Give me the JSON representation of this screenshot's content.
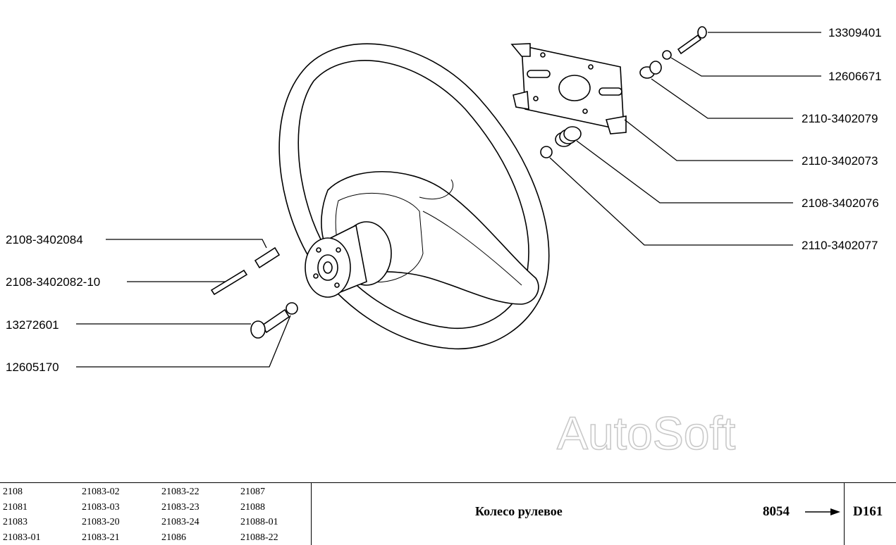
{
  "labels": {
    "p13309401": "13309401",
    "p12606671": "12606671",
    "p2110_3402079": "2110-3402079",
    "p2110_3402073": "2110-3402073",
    "p2108_3402076": "2108-3402076",
    "p2110_3402077": "2110-3402077",
    "p2108_3402084": "2108-3402084",
    "p2108_3402082_10": "2108-3402082-10",
    "p13272601": "13272601",
    "p12605170": "12605170"
  },
  "watermark": "AutoSoft",
  "models": [
    [
      "2108",
      "21081",
      "21083",
      "21083-01"
    ],
    [
      "21083-02",
      "21083-03",
      "21083-20",
      "21083-21"
    ],
    [
      "21083-22",
      "21083-23",
      "21083-24",
      "21086"
    ],
    [
      "21087",
      "21088",
      "21088-01",
      "21088-22"
    ]
  ],
  "footer": {
    "title": "Колесо рулевое",
    "number": "8054",
    "code": "D161"
  }
}
